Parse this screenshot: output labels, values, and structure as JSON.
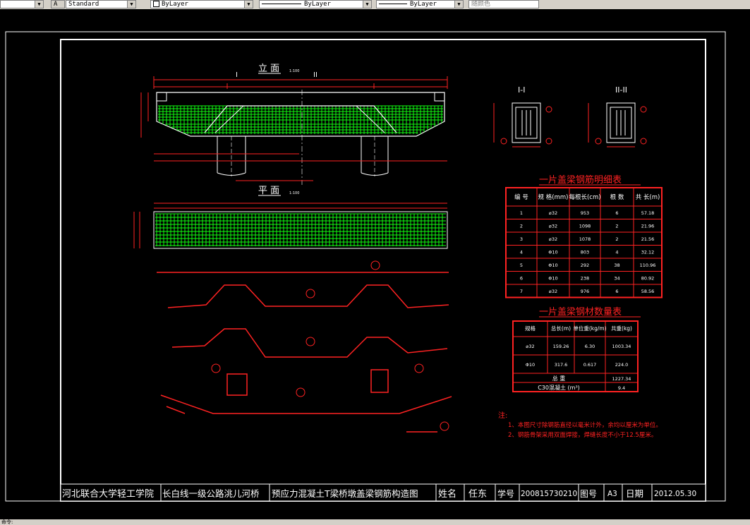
{
  "toolbar": {
    "text_style": "Standard",
    "layer": "ByLayer",
    "linetype": "ByLayer",
    "lineweight": "ByLayer",
    "plot_style": "随颜色"
  },
  "drawing": {
    "elevation": {
      "title": "立 面",
      "scale": "1:100",
      "section_1": "I",
      "section_2": "II"
    },
    "plan": {
      "title": "平 面",
      "scale": "1:100"
    },
    "sections": {
      "section_1": "I-I",
      "section_2": "II-II"
    },
    "rebar_detail_table": {
      "title": "一片盖梁钢筋明细表",
      "headers": [
        "编 号",
        "规 格(mm)",
        "每根长(cm)",
        "根 数",
        "共 长(m)"
      ],
      "rows": [
        [
          "1",
          "⌀32",
          "953",
          "6",
          "57.18"
        ],
        [
          "2",
          "⌀32",
          "1098",
          "2",
          "21.96"
        ],
        [
          "3",
          "⌀32",
          "1078",
          "2",
          "21.56"
        ],
        [
          "4",
          "Φ10",
          "803",
          "4",
          "32.12"
        ],
        [
          "5",
          "Φ10",
          "292",
          "38",
          "110.96"
        ],
        [
          "6",
          "Φ10",
          "238",
          "34",
          "80.92"
        ],
        [
          "7",
          "⌀32",
          "976",
          "6",
          "58.56"
        ]
      ]
    },
    "material_table": {
      "title": "一片盖梁钢材数量表",
      "headers": [
        "规格",
        "总长(m)",
        "单位重(kg/m)",
        "共重(kg)"
      ],
      "rows": [
        [
          "⌀32",
          "159.26",
          "6.30",
          "1003.34"
        ],
        [
          "Φ10",
          "317.6",
          "0.617",
          "224.0"
        ]
      ],
      "total_label": "总 重",
      "total_value": "1227.34",
      "concrete_label": "C30混凝土 (m³)",
      "concrete_value": "9.4"
    },
    "notes": {
      "heading": "注:",
      "line1": "1、本图尺寸除钢筋直径以毫米计外，余均以厘米为单位。",
      "line2": "2、钢筋骨架采用双面焊接，焊缝长度不小于12.5厘米。"
    }
  },
  "title_block": {
    "school": "河北联合大学轻工学院",
    "project": "长白线一级公路洮儿河桥",
    "drawing_name": "预应力混凝土T梁桥墩盖梁钢筋构造图",
    "name_label": "姓名",
    "name_value": "任东",
    "id_label": "学号",
    "id_value": "200815730210",
    "sheet_label": "图号",
    "sheet_value": "A3",
    "date_label": "日期",
    "date_value": "2012.05.30"
  },
  "status": {
    "text": "命令:"
  }
}
